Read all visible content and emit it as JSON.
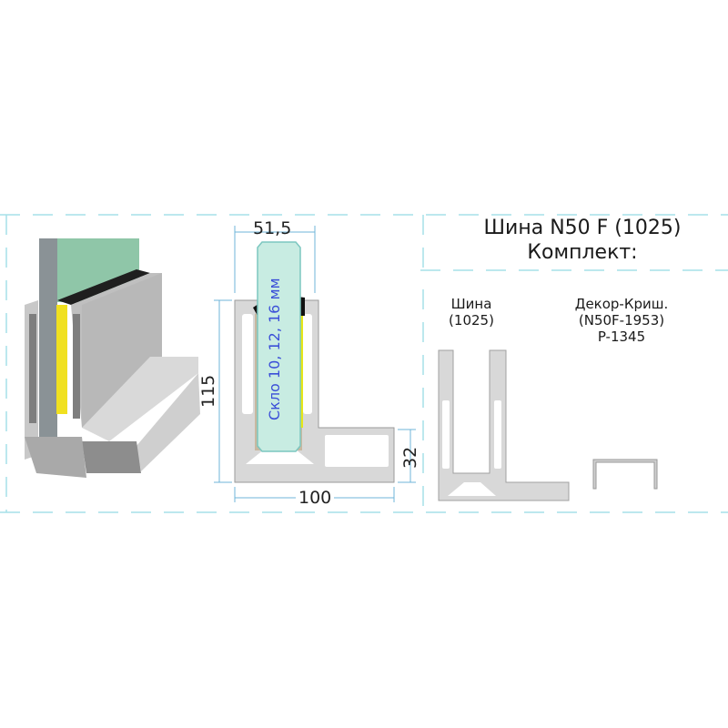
{
  "title": {
    "line1": "Шина N50 F (1025)",
    "line2": "Комплект:"
  },
  "dimensions": {
    "width_top": "51,5",
    "height": "115",
    "width_base": "100",
    "foot_height": "32"
  },
  "glass_label": "Скло 10, 12, 16 мм",
  "kit": [
    {
      "lines": [
        "Шина",
        "(1025)"
      ]
    },
    {
      "lines": [
        "Декор-Криш.",
        "(N50F-1953)",
        "P-1345"
      ]
    }
  ],
  "colors": {
    "guide": "#9fdde6",
    "dim": "#6fb4d8",
    "glass": "#c8ece2",
    "gasket_yellow": "#e6e619",
    "profile": "#d6d6d6",
    "label_blue": "#3b4fd8"
  }
}
